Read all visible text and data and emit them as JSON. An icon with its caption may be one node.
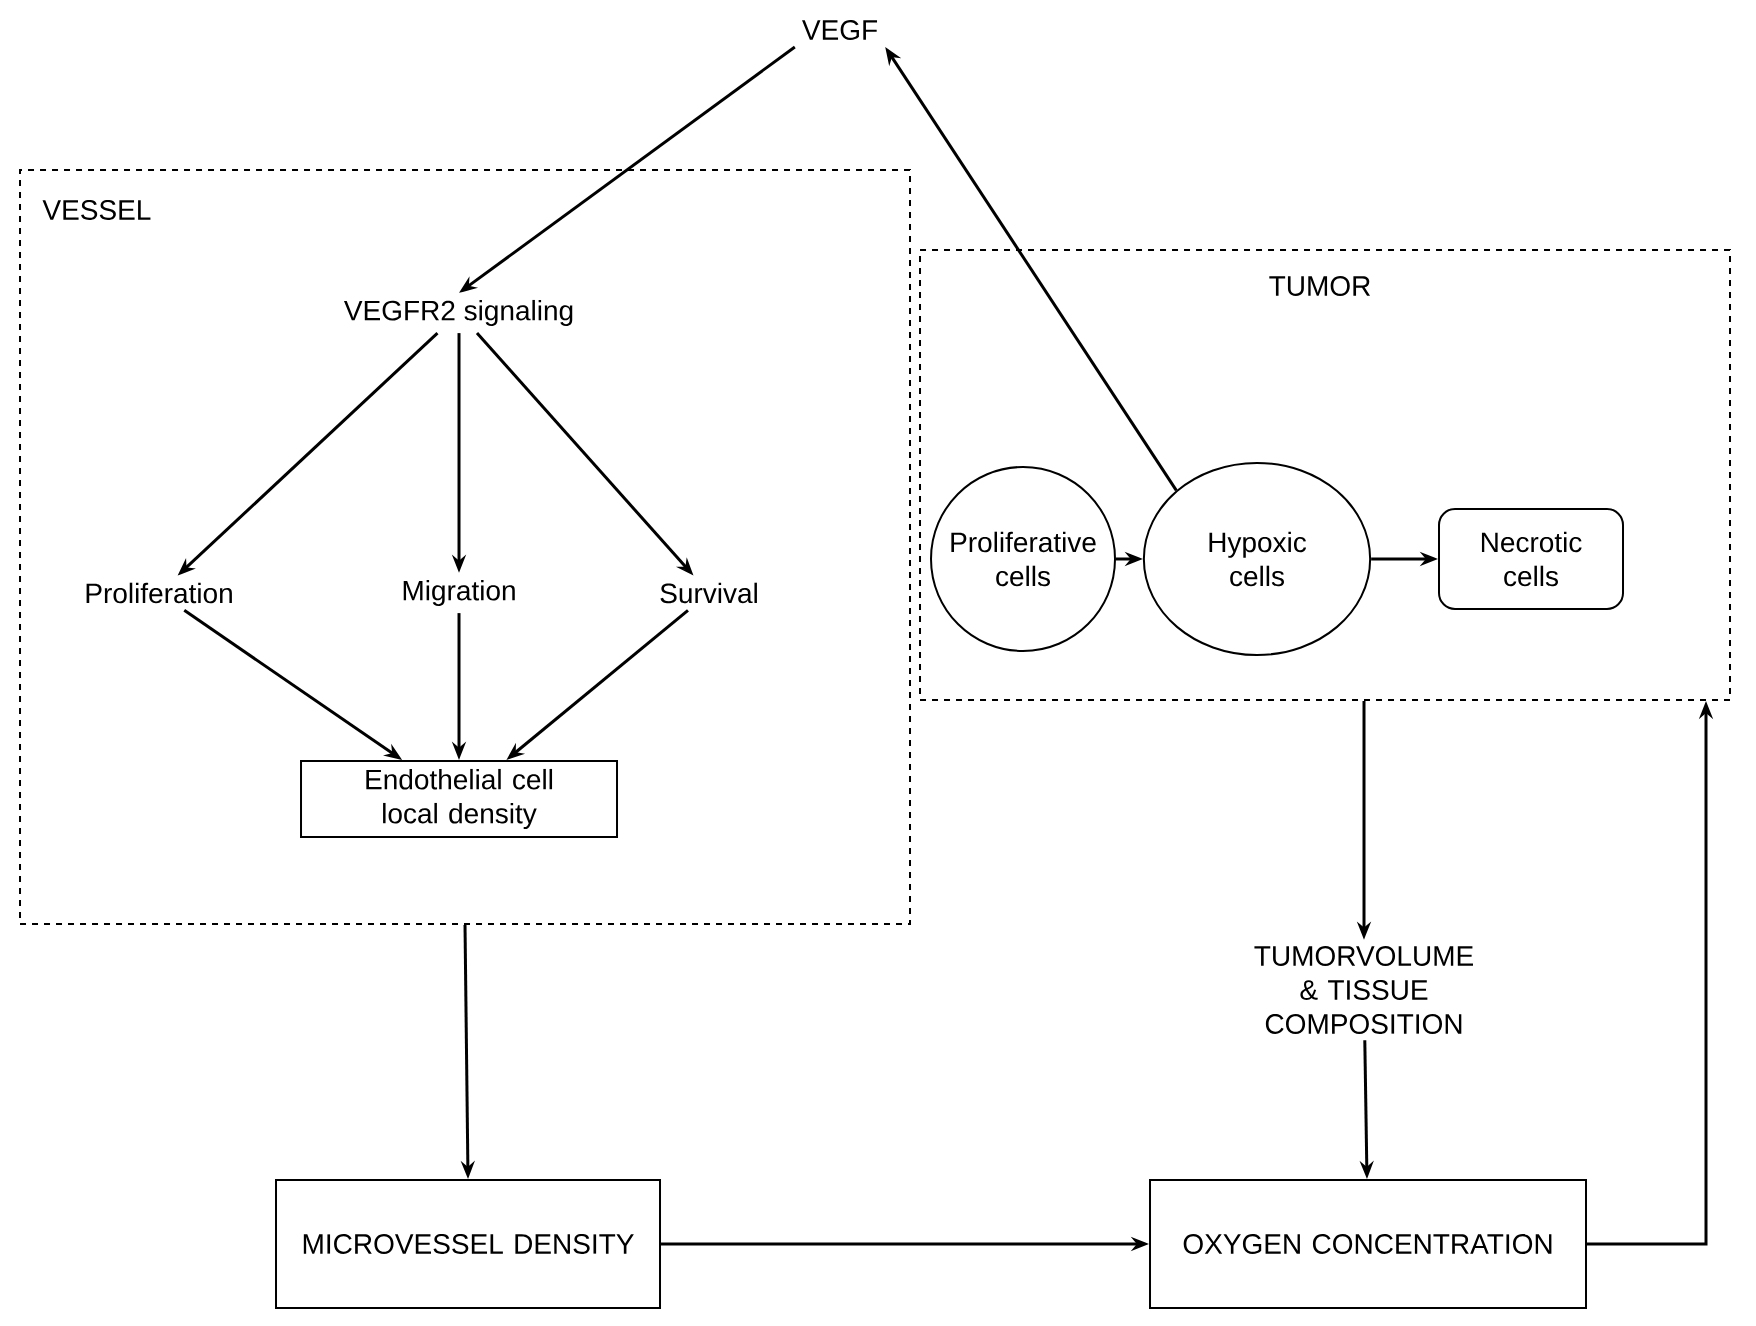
{
  "diagram": {
    "nodes": [
      {
        "text": [
          "VEGF"
        ]
      },
      {
        "text": [
          "VESSEL"
        ]
      },
      {
        "text": [
          "VEGFR2 signaling"
        ],
        "in": 1
      },
      {
        "text": [
          "Proliferation"
        ],
        "in": 1
      },
      {
        "text": [
          "Migration"
        ],
        "in": 1
      },
      {
        "text": [
          "Survival"
        ],
        "in": 1
      },
      {
        "text": [
          "Endothelial cell local density"
        ],
        "in": 1
      },
      {
        "text": [
          "TUMOR"
        ]
      },
      {
        "text": [
          "Proliferative cells"
        ],
        "in": 7
      },
      {
        "text": [
          "Hypoxic cells"
        ],
        "in": 7
      },
      {
        "text": [
          "Necrotic cells"
        ],
        "in": 7
      },
      {
        "text": [
          "TUMORVOLUME & TISSUE COMPOSITION"
        ]
      },
      {
        "text": [
          "MICROVESSEL DENSITY"
        ]
      },
      {
        "text": [
          "OXYGEN CONCENTRATION"
        ]
      }
    ],
    "edges": [
      {
        "from": 0,
        "to": 2,
        "arrow": "to"
      },
      {
        "from": 9,
        "to": 0,
        "arrow": "to"
      },
      {
        "from": 2,
        "to": 3,
        "arrow": "to"
      },
      {
        "from": 2,
        "to": 4,
        "arrow": "to"
      },
      {
        "from": 2,
        "to": 5,
        "arrow": "to"
      },
      {
        "from": 3,
        "to": 6,
        "arrow": "to"
      },
      {
        "from": 4,
        "to": 6,
        "arrow": "to"
      },
      {
        "from": 5,
        "to": 6,
        "arrow": "to"
      },
      {
        "from": 8,
        "to": 9,
        "arrow": "to"
      },
      {
        "from": 9,
        "to": 10,
        "arrow": "to"
      },
      {
        "from": 1,
        "to": 12,
        "arrow": "to"
      },
      {
        "from": 7,
        "to": 11,
        "arrow": "to"
      },
      {
        "from": 11,
        "to": 13,
        "arrow": "to"
      },
      {
        "from": 12,
        "to": 13,
        "arrow": "to"
      },
      {
        "from": 13,
        "to": 7,
        "arrow": "to"
      }
    ]
  }
}
